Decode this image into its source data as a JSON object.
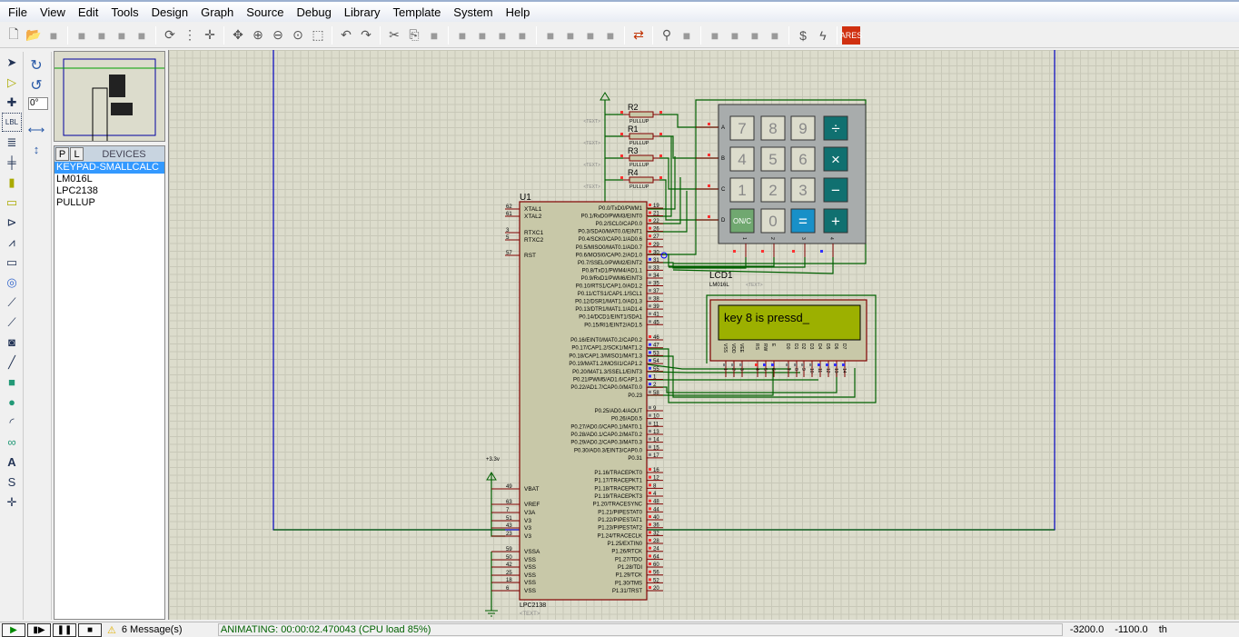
{
  "menu": [
    "File",
    "View",
    "Edit",
    "Tools",
    "Design",
    "Graph",
    "Source",
    "Debug",
    "Library",
    "Template",
    "System",
    "Help"
  ],
  "toolbar_icons": [
    "new-icon",
    "open-icon",
    "save-icon",
    "import-icon",
    "export-icon",
    "print-icon",
    "print-area-icon",
    "refresh-icon",
    "grid-icon",
    "origin-icon",
    "pan-icon",
    "zoom-in-icon",
    "zoom-out-icon",
    "zoom-all-icon",
    "zoom-area-icon",
    "undo-icon",
    "redo-icon",
    "cut-icon",
    "copy-icon",
    "paste-icon",
    "block-copy-icon",
    "block-move-icon",
    "block-rotate-icon",
    "block-delete-icon",
    "pick-device-icon",
    "make-device-icon",
    "packaging-icon",
    "decompose-icon",
    "wire-autorouter-icon",
    "search-icon",
    "property-assign-icon",
    "new-sheet-icon",
    "remove-sheet-icon",
    "goto-sheet-icon",
    "exit-parent-icon",
    "bill-of-materials-icon",
    "electrical-rules-icon",
    "ares-icon"
  ],
  "rotation": {
    "angle": "0°"
  },
  "devices": {
    "p_label": "P",
    "l_label": "L",
    "title": "DEVICES",
    "items": [
      "KEYPAD-SMALLCALC",
      "LM016L",
      "LPC2138",
      "PULLUP"
    ],
    "selected": 0
  },
  "schematic": {
    "u1": {
      "ref": "U1",
      "part": "LPC2138",
      "text": "<TEXT>",
      "left_pins": [
        [
          "XTAL1",
          "62"
        ],
        [
          "XTAL2",
          "61"
        ],
        [
          "RTXC1",
          "3"
        ],
        [
          "RTXC2",
          "5"
        ],
        [
          "RST",
          "57"
        ]
      ],
      "power_pins": [
        [
          "VBAT",
          "49"
        ],
        [
          "VREF",
          "63"
        ],
        [
          "V3A",
          "7"
        ],
        [
          "V3",
          "51"
        ],
        [
          "V3",
          "43"
        ],
        [
          "V3",
          "23"
        ],
        [
          "VSSA",
          "59"
        ],
        [
          "VSS",
          "50"
        ],
        [
          "VSS",
          "42"
        ],
        [
          "VSS",
          "25"
        ],
        [
          "VSS",
          "18"
        ],
        [
          "VSS",
          "6"
        ]
      ],
      "right_groups": [
        [
          [
            "P0.0/TxD0/PWM1",
            "19",
            "h"
          ],
          [
            "P0.1/RxD0/PWM3/EINT0",
            "21",
            "h"
          ],
          [
            "P0.2/SCL0/CAP0.0",
            "22",
            "h"
          ],
          [
            "P0.3/SDA0/MAT0.0/EINT1",
            "26",
            "h"
          ],
          [
            "P0.4/SCK0/CAP0.1/AD0.6",
            "27",
            "h"
          ],
          [
            "P0.5/MISO0/MAT0.1/AD0.7",
            "29",
            "h"
          ],
          [
            "P0.6/MOSI0/CAP0.2/AD1.0",
            "30",
            "h"
          ],
          [
            "P0.7/SSEL0/PWM2/EINT2",
            "31",
            "l"
          ],
          [
            "P0.8/TxD1/PWM4/AD1.1",
            "33",
            "f"
          ],
          [
            "P0.9/RxD1/PWM6/EINT3",
            "34",
            "f"
          ],
          [
            "P0.10/RTS1/CAP1.0/AD1.2",
            "35",
            "f"
          ],
          [
            "P0.11/CTS1/CAP1.1/SCL1",
            "37",
            "f"
          ],
          [
            "P0.12/DSR1/MAT1.0/AD1.3",
            "38",
            "f"
          ],
          [
            "P0.13/DTR1/MAT1.1/AD1.4",
            "39",
            "f"
          ],
          [
            "P0.14/DCD1/EINT1/SDA1",
            "41",
            "f"
          ],
          [
            "P0.15/RI1/EINT2/AD1.5",
            "45",
            "f"
          ]
        ],
        [
          [
            "P0.16/EINT0/MAT0.2/CAP0.2",
            "46",
            "h"
          ],
          [
            "P0.17/CAP1.2/SCK1/MAT1.2",
            "47",
            "l"
          ],
          [
            "P0.18/CAP1.3/MISO1/MAT1.3",
            "53",
            "l"
          ],
          [
            "P0.19/MAT1.2/MOSI1/CAP1.2",
            "54",
            "l"
          ],
          [
            "P0.20/MAT1.3/SSEL1/EINT3",
            "55",
            "l"
          ],
          [
            "P0.21/PWM5/AD1.6/CAP1.3",
            "1",
            "l"
          ],
          [
            "P0.22/AD1.7/CAP0.0/MAT0.0",
            "2",
            "l"
          ],
          [
            "P0.23",
            "58",
            "f"
          ]
        ],
        [
          [
            "P0.25/AD0.4/AOUT",
            "9",
            "f"
          ],
          [
            "P0.26/AD0.5",
            "10",
            "f"
          ],
          [
            "P0.27/AD0.0/CAP0.1/MAT0.1",
            "11",
            "f"
          ],
          [
            "P0.28/AD0.1/CAP0.2/MAT0.2",
            "13",
            "f"
          ],
          [
            "P0.29/AD0.2/CAP0.3/MAT0.3",
            "14",
            "f"
          ],
          [
            "P0.30/AD0.3/EINT3/CAP0.0",
            "15",
            "f"
          ],
          [
            "P0.31",
            "17",
            "f"
          ]
        ],
        [
          [
            "P1.16/TRACEPKT0",
            "16",
            "h"
          ],
          [
            "P1.17/TRACEPKT1",
            "12",
            "h"
          ],
          [
            "P1.18/TRACEPKT2",
            "8",
            "h"
          ],
          [
            "P1.19/TRACEPKT3",
            "4",
            "h"
          ],
          [
            "P1.20/TRACESYNC",
            "48",
            "h"
          ],
          [
            "P1.21/PIPESTAT0",
            "44",
            "h"
          ],
          [
            "P1.22/PIPESTAT1",
            "40",
            "h"
          ],
          [
            "P1.23/PIPESTAT2",
            "36",
            "h"
          ],
          [
            "P1.24/TRACECLK",
            "32",
            "h"
          ],
          [
            "P1.25/EXTIN0",
            "28",
            "h"
          ],
          [
            "P1.26/RTCK",
            "24",
            "h"
          ],
          [
            "P1.27/TDO",
            "64",
            "h"
          ],
          [
            "P1.28/TDI",
            "60",
            "h"
          ],
          [
            "P1.29/TCK",
            "56",
            "h"
          ],
          [
            "P1.30/TMS",
            "52",
            "h"
          ],
          [
            "P1.31/TRST",
            "20",
            "h"
          ]
        ]
      ]
    },
    "supply_label": "+3.3v",
    "resistors": [
      {
        "ref": "R2",
        "value": "PULLUP",
        "text": "<TEXT>"
      },
      {
        "ref": "R1",
        "value": "PULLUP",
        "text": "<TEXT>"
      },
      {
        "ref": "R3",
        "value": "PULLUP",
        "text": "<TEXT>"
      },
      {
        "ref": "R4",
        "value": "PULLUP",
        "text": "<TEXT>"
      }
    ],
    "keypad": {
      "rows": [
        "A",
        "B",
        "C",
        "D"
      ],
      "cols": [
        "1",
        "2",
        "3",
        "4"
      ],
      "keys": [
        [
          "7",
          "8",
          "9",
          "÷"
        ],
        [
          "4",
          "5",
          "6",
          "×"
        ],
        [
          "1",
          "2",
          "3",
          "−"
        ],
        [
          "ON/C",
          "0",
          "=",
          "+"
        ]
      ]
    },
    "lcd": {
      "ref": "LCD1",
      "part": "LM016L",
      "text": "<TEXT>",
      "display": "key 8 is pressd_",
      "pins": [
        [
          "VSS",
          "1"
        ],
        [
          "VDD",
          "2"
        ],
        [
          "VEE",
          "3"
        ],
        [
          "RS",
          "4"
        ],
        [
          "RW",
          "5"
        ],
        [
          "E",
          "6"
        ],
        [
          "D0",
          "7"
        ],
        [
          "D1",
          "8"
        ],
        [
          "D2",
          "9"
        ],
        [
          "D3",
          "10"
        ],
        [
          "D4",
          "11"
        ],
        [
          "D5",
          "12"
        ],
        [
          "D6",
          "13"
        ],
        [
          "D7",
          "14"
        ]
      ]
    }
  },
  "status": {
    "messages": "6 Message(s)",
    "sim": "ANIMATING: 00:00:02.470043 (CPU load 85%)",
    "coord_x": "-3200.0",
    "coord_y": "-1100.0",
    "unit": "th"
  },
  "colors": {
    "wire": "#006000",
    "pin": "#800000",
    "high": "#ff3030",
    "low": "#3030ff",
    "float": "#808080",
    "lcd_bg": "#9cb000",
    "frame": "#0000c0"
  }
}
